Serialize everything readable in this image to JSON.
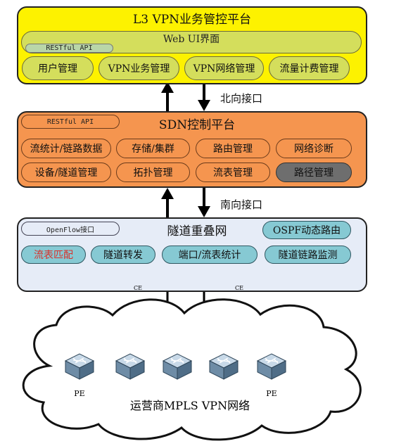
{
  "top_platform": {
    "title": "L3 VPN业务管控平台",
    "webui": "Web UI界面",
    "restful": "RESTful API",
    "modules": [
      "用户管理",
      "VPN业务管理",
      "VPN网络管理",
      "流量计费管理"
    ]
  },
  "north_interface": "北向接口",
  "sdn_platform": {
    "title": "SDN控制平台",
    "restful": "RESTful API",
    "row1": [
      "流统计/链路数据",
      "存储/集群",
      "路由管理",
      "网络诊断"
    ],
    "row2": [
      "设备/隧道管理",
      "拓扑管理",
      "流表管理",
      "路径管理"
    ]
  },
  "south_interface": "南向接口",
  "tunnel_overlay": {
    "title": "隧道重叠网",
    "openflow": "OpenFlow接口",
    "ospf": "OSPF动态路由",
    "modules": [
      "流表匹配",
      "隧道转发",
      "端口/流表统计",
      "隧道链路监测"
    ],
    "ce_labels": [
      "CE",
      "CE"
    ]
  },
  "carrier_network": {
    "label": "运营商MPLS VPN网络",
    "pe_labels": [
      "PE",
      "PE"
    ]
  },
  "colors": {
    "top_platform": "#fdf200",
    "module_yellow": "#d4de5c",
    "sdn_platform": "#f5954f",
    "path_mgmt": "#6e6e6e",
    "tunnel_platform": "#e6ecf7",
    "module_cyan": "#86c9d3",
    "flow_match_text": "#d9312b",
    "switch_body": "#5f7f99"
  }
}
